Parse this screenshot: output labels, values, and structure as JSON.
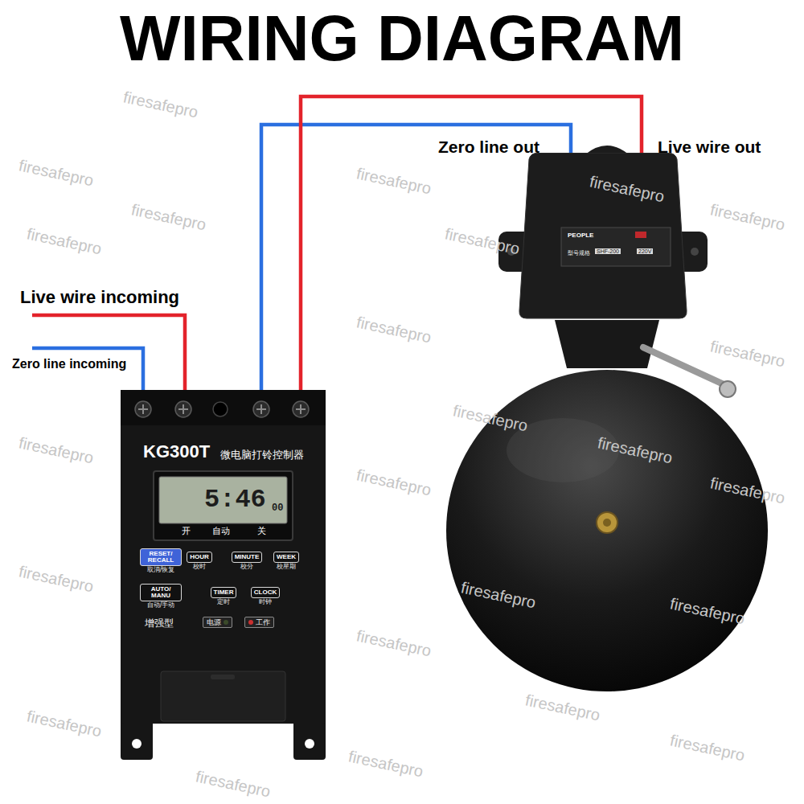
{
  "diagram": {
    "title": "WIRING DIAGRAM",
    "nodes": [
      {
        "text": [
          "KG300T",
          "微电脑打铃控制器",
          "增强型"
        ]
      },
      {
        "text": [
          "5:46",
          "00",
          "开",
          "自动",
          "关"
        ],
        "in": 0
      },
      {
        "text": [
          "RESET/ RECALL",
          "取消/恢复"
        ],
        "in": 0
      },
      {
        "text": [
          "HOUR",
          "校时"
        ],
        "in": 0
      },
      {
        "text": [
          "MINUTE",
          "校分"
        ],
        "in": 0
      },
      {
        "text": [
          "WEEK",
          "校星期"
        ],
        "in": 0
      },
      {
        "text": [
          "AUTO/ MANU",
          "自动/手动"
        ],
        "in": 0
      },
      {
        "text": [
          "TIMER",
          "定时"
        ],
        "in": 0
      },
      {
        "text": [
          "CLOCK",
          "时钟"
        ],
        "in": 0
      },
      {
        "text": [
          "电源"
        ],
        "in": 0
      },
      {
        "text": [
          "工作"
        ],
        "in": 0
      },
      {
        "text": [
          "PEOPLE",
          "型号规格",
          "SHF-200",
          "220V"
        ]
      }
    ],
    "edges": [
      {
        "from": 0,
        "to": 11,
        "arrow": "none"
      },
      {
        "from": 0,
        "to": 11,
        "arrow": "none"
      }
    ],
    "labels": [
      "Live wire incoming",
      "Zero line incoming",
      "Zero line out",
      "Live wire out",
      "firesafepro",
      "firesafepro",
      "firesafepro",
      "firesafepro",
      "firesafepro",
      "firesafepro",
      "firesafepro",
      "firesafepro",
      "firesafepro",
      "firesafepro",
      "firesafepro",
      "firesafepro",
      "firesafepro",
      "firesafepro",
      "firesafepro",
      "firesafepro",
      "firesafepro",
      "firesafepro",
      "firesafepro",
      "firesafepro",
      "firesafepro",
      "firesafepro",
      "firesafepro",
      "firesafepro"
    ]
  }
}
